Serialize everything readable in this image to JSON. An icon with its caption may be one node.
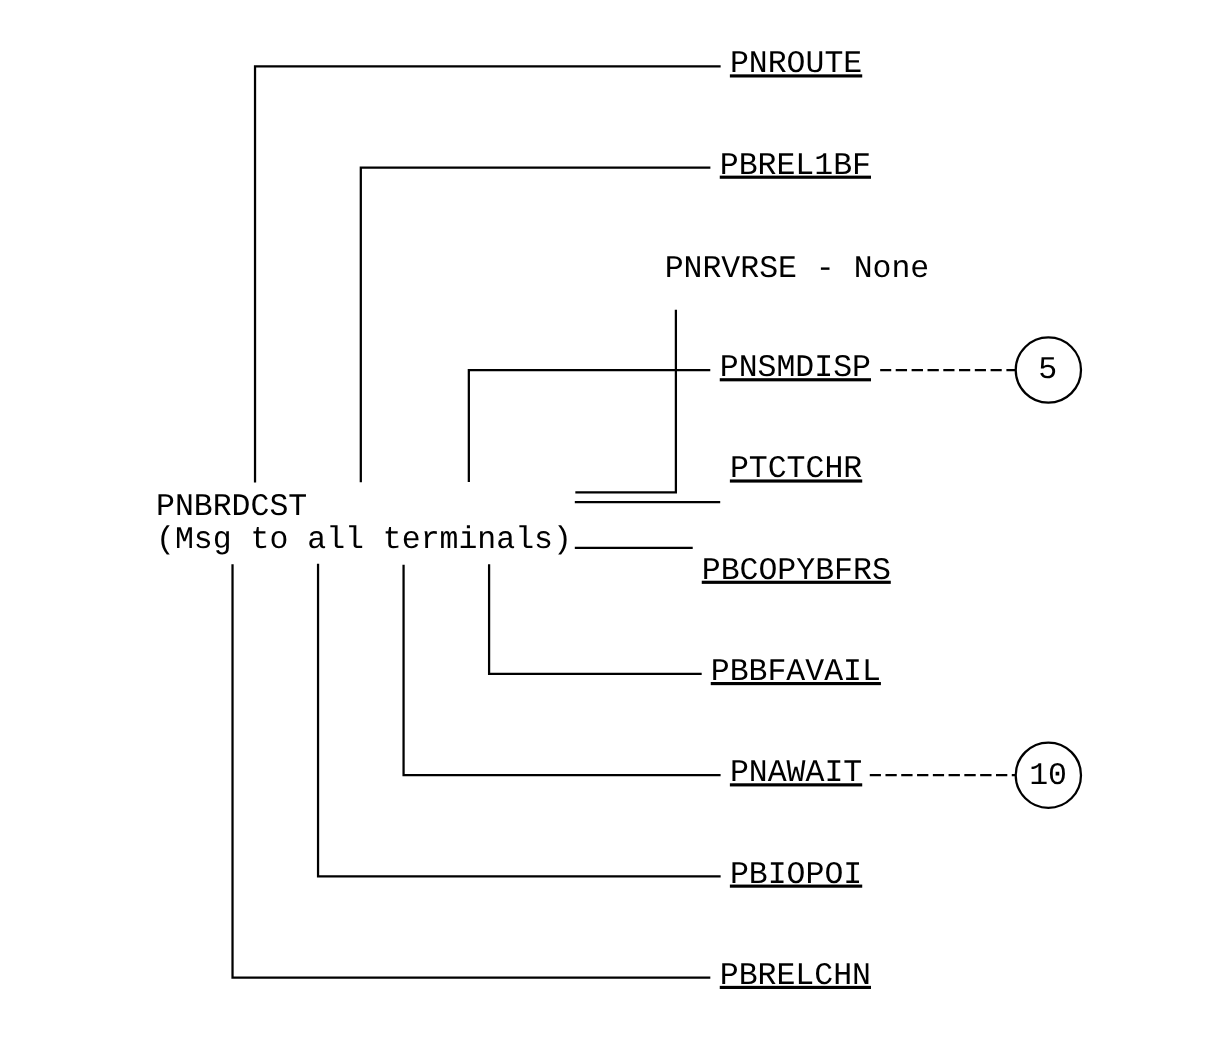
{
  "diagram": {
    "nodes": [
      {
        "text": [
          "PNBRDCST",
          "(Msg to all terminals)"
        ]
      },
      {
        "text": [
          "PNROUTE"
        ]
      },
      {
        "text": [
          "PBREL1BF"
        ]
      },
      {
        "text": [
          "PNRVRSE - None"
        ]
      },
      {
        "text": [
          "PNSMDISP"
        ]
      },
      {
        "text": [
          "PTCTCHR"
        ]
      },
      {
        "text": [
          "PBCOPYBFRS"
        ]
      },
      {
        "text": [
          "PBBFAVAIL"
        ]
      },
      {
        "text": [
          "PNAWAIT"
        ]
      },
      {
        "text": [
          "PBIOPOI"
        ]
      },
      {
        "text": [
          "PBRELCHN"
        ]
      },
      {
        "text": [
          "5"
        ]
      },
      {
        "text": [
          "10"
        ]
      }
    ],
    "edges": [
      {
        "from": 0,
        "to": 1,
        "arrow": "none"
      },
      {
        "from": 0,
        "to": 2,
        "arrow": "none"
      },
      {
        "from": 0,
        "to": 3,
        "arrow": "none"
      },
      {
        "from": 0,
        "to": 4,
        "arrow": "none"
      },
      {
        "from": 0,
        "to": 5,
        "arrow": "none"
      },
      {
        "from": 0,
        "to": 6,
        "arrow": "none"
      },
      {
        "from": 0,
        "to": 7,
        "arrow": "none"
      },
      {
        "from": 0,
        "to": 8,
        "arrow": "none"
      },
      {
        "from": 0,
        "to": 9,
        "arrow": "none"
      },
      {
        "from": 0,
        "to": 10,
        "arrow": "none"
      },
      {
        "from": 4,
        "to": 11,
        "arrow": "none",
        "style": "dashed"
      },
      {
        "from": 8,
        "to": 12,
        "arrow": "none",
        "style": "dashed"
      }
    ]
  }
}
